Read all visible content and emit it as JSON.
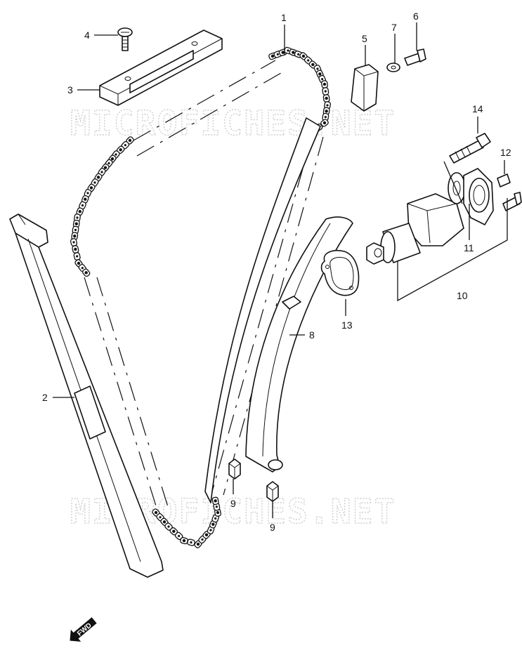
{
  "watermarks": [
    "MICROFICHES.NET",
    "MICROFICHES.NET"
  ],
  "callouts": {
    "c1": "1",
    "c2": "2",
    "c3": "3",
    "c4": "4",
    "c5": "5",
    "c6": "6",
    "c7": "7",
    "c8": "8",
    "c9a": "9",
    "c9b": "9",
    "c10": "10",
    "c11": "11",
    "c12": "12",
    "c13": "13",
    "c14": "14"
  },
  "fwd_label": "FWD"
}
